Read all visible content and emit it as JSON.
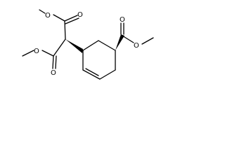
{
  "molecule": {
    "atoms": {
      "o_top_carbonyl": "O",
      "o_top_ester": "O",
      "o_left_ester": "O",
      "o_left_carbonyl": "O",
      "o_right_carbonyl": "O",
      "o_right_ester": "O"
    },
    "colors": {
      "bond": "#000000",
      "label": "#000000",
      "background": "#ffffff"
    }
  }
}
